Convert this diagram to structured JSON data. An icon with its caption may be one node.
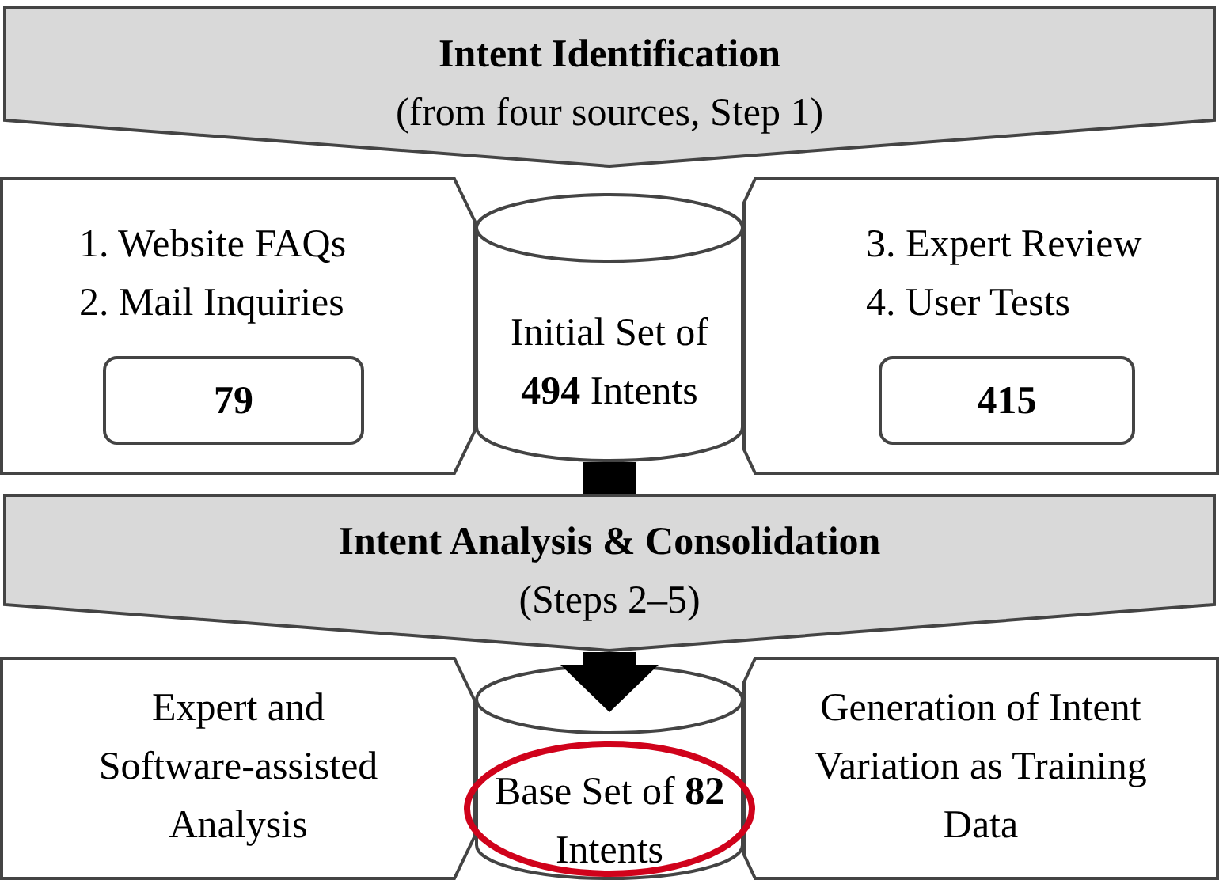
{
  "diagram": {
    "nodes": [
      {
        "text": [
          "Intent Identification",
          "(from four sources, Step 1)"
        ]
      },
      {
        "text": [
          "1. Website FAQs",
          "2. Mail Inquiries"
        ]
      },
      {
        "text": [
          "79"
        ],
        "in": 1
      },
      {
        "text": [
          "Initial Set of **494** Intents"
        ]
      },
      {
        "text": [
          "3. Expert Review",
          "4. User Tests"
        ]
      },
      {
        "text": [
          "415"
        ],
        "in": 4
      },
      {
        "text": [
          "Intent Analysis & Consolidation",
          "(Steps  2–5)"
        ]
      },
      {
        "text": [
          "Expert and Software-assisted Analysis"
        ]
      },
      {
        "text": [
          "Base Set of **82** Intents"
        ]
      },
      {
        "text": [
          "Generation of Intent Variation as Training Data"
        ]
      }
    ],
    "edges": [
      {
        "from": 3,
        "to": 6,
        "arrow": "none"
      },
      {
        "from": 6,
        "to": 8,
        "arrow": "to"
      }
    ]
  }
}
